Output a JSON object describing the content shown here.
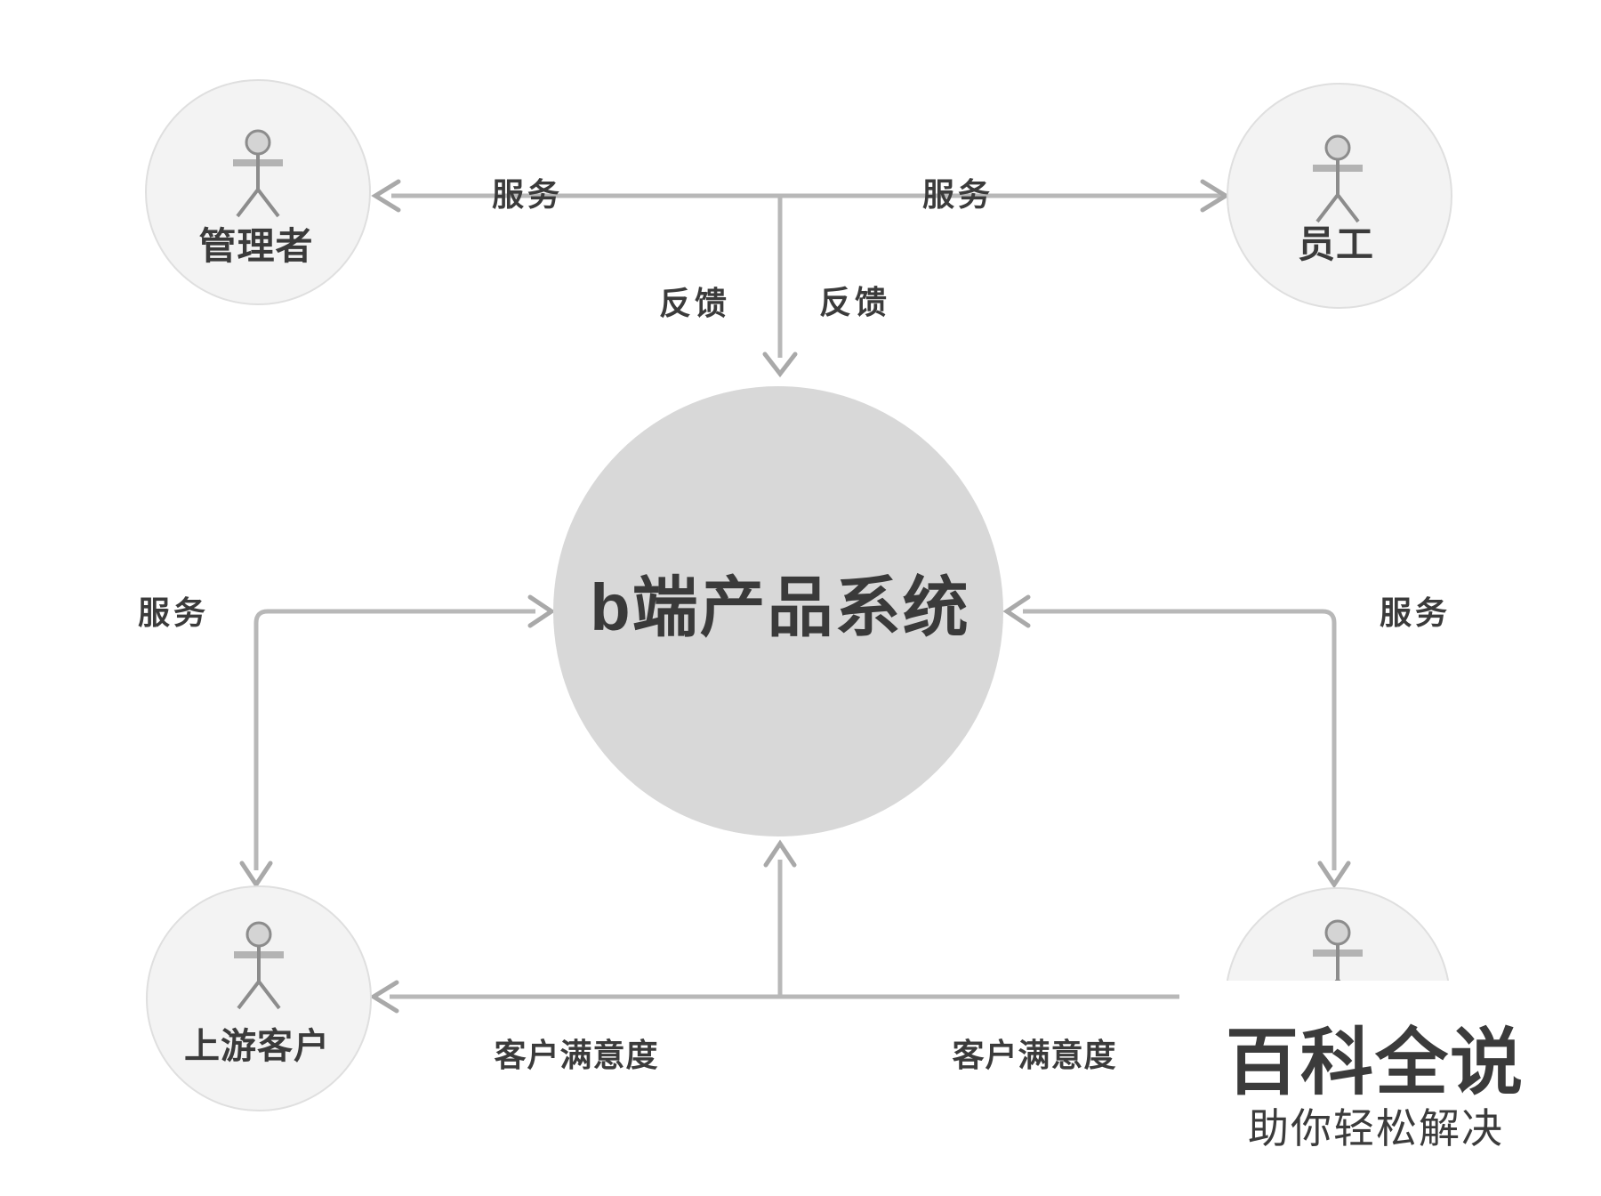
{
  "diagram": {
    "center": {
      "label": "b端产品系统"
    },
    "actors": {
      "manager": {
        "label": "管理者"
      },
      "employee": {
        "label": "员工"
      },
      "upstream_customer": {
        "label": "上游客户"
      }
    },
    "edges": {
      "service_top_left": "服务",
      "service_top_right": "服务",
      "feedback_left": "反馈",
      "feedback_right": "反馈",
      "service_mid_left": "服务",
      "service_mid_right": "服务",
      "satisfaction_left": "客户满意度",
      "satisfaction_right": "客户满意度"
    }
  },
  "watermark": {
    "title": "百科全说",
    "subtitle": "助你轻松解决"
  },
  "colors": {
    "logo_green": "#2ec52e",
    "subtitle_gray": "#9b9b9b",
    "label_dark": "#3b3b3b",
    "line_gray": "#b8b8b8",
    "actor_circle_fill": "#f3f3f3",
    "actor_circle_border": "#dfdfdf",
    "center_circle_fill": "#d8d8d8"
  }
}
